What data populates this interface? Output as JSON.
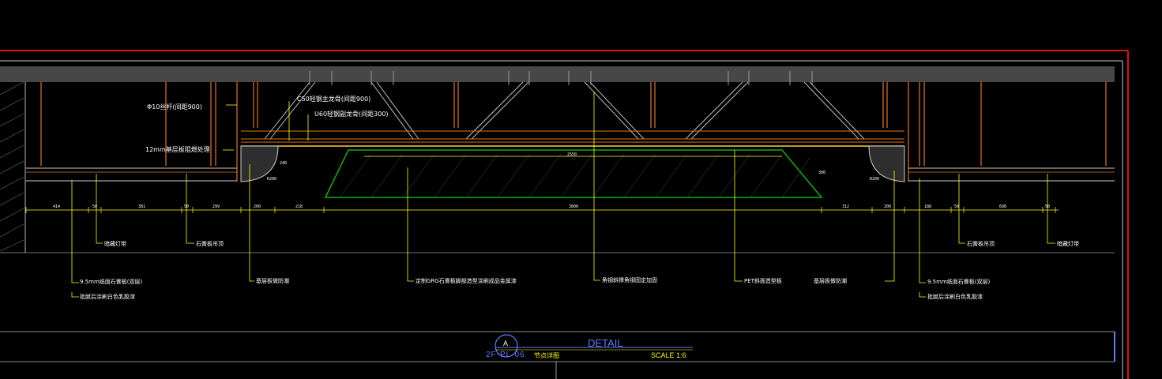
{
  "title_block": {
    "detail_id": "A",
    "title": "DETAIL",
    "drawing_ref": "2F-PL-06",
    "drawing_name": "节点详图",
    "scale": "SCALE 1:6"
  },
  "annotations": {
    "rod": "Φ10丝杆(间距900)",
    "c50": "C50轻钢主龙骨(间距900)",
    "u60": "U60轻钢副龙骨(间距300)",
    "plywood": "12mm基层板阻燃处理",
    "light_left": "暗藏灯带",
    "stone_left": "石膏板吊顶",
    "gypsum_left": "9.5mm纸面石膏板(双层)",
    "paint_left": "批腻后涂刷白色乳胶漆",
    "base_left": "基层板做防潮",
    "grg": "定制GRG石膏板脚部造型涂刷成品金属漆",
    "steel": "角钢斜撑角钢固定加固",
    "pet": "PET斜面造型板",
    "base_right": "基层板做防潮",
    "gypsum_right": "9.5mm纸面石膏板(双层)",
    "paint_right": "批腻后涂刷白色乳胶漆",
    "stone_right": "石膏板吊顶",
    "light_right": "暗藏灯带"
  },
  "dimensions": {
    "chain": [
      "414",
      "50",
      "381",
      "50",
      "299",
      "200",
      "218",
      "3800",
      "312",
      "200",
      "188",
      "50",
      "698",
      "50"
    ],
    "inner_top": "2550",
    "height_right": "300",
    "height_left": "240",
    "radius_left": "R200",
    "radius_right": "R200"
  },
  "colors": {
    "background": "#000000",
    "structure": "#4a4a4a",
    "hangers": "#e2761b",
    "annotation": "#ffff00",
    "grg_outline": "#0cb00c",
    "title_blue": "#5c7cff",
    "border": "#e01010"
  }
}
